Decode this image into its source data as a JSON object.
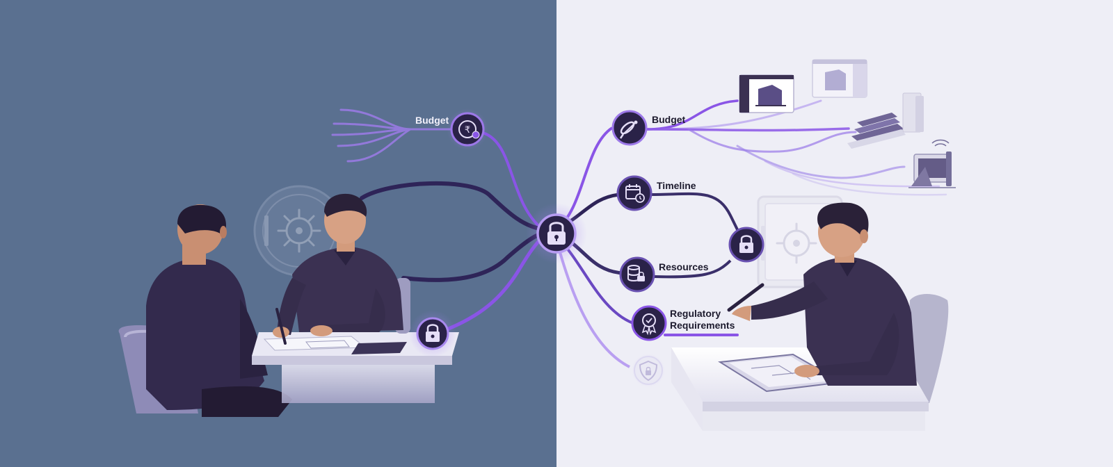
{
  "left_panel": {
    "budget_label": "Budget"
  },
  "right_panel": {
    "branches": [
      {
        "id": "budget",
        "label": "Budget"
      },
      {
        "id": "timeline",
        "label": "Timeline"
      },
      {
        "id": "resources",
        "label": "Resources"
      },
      {
        "id": "regulatory",
        "label_lines": [
          "Regulatory",
          "Requirements"
        ]
      }
    ]
  },
  "icons": {
    "left_budget_node": "rupee-coin-icon",
    "center_hub": "padlock-icon",
    "left_lower_node": "padlock-icon",
    "right_budget_node": "satellite-dish-icon",
    "timeline_node": "calendar-clock-icon",
    "resources_node": "database-lock-icon",
    "regulatory_node": "award-badge-icon",
    "faded_node": "shield-lock-icon",
    "right_lock_node": "padlock-icon",
    "left_vault": "vault-icon",
    "right_vault": "vault-icon"
  },
  "colors": {
    "left_background": "#5a7090",
    "right_background": "#eeeef6",
    "accent_purple": "#8a55e6",
    "deep_purple": "#2e2458",
    "node_fill": "#2a2248",
    "shirt": "#3b3152"
  }
}
